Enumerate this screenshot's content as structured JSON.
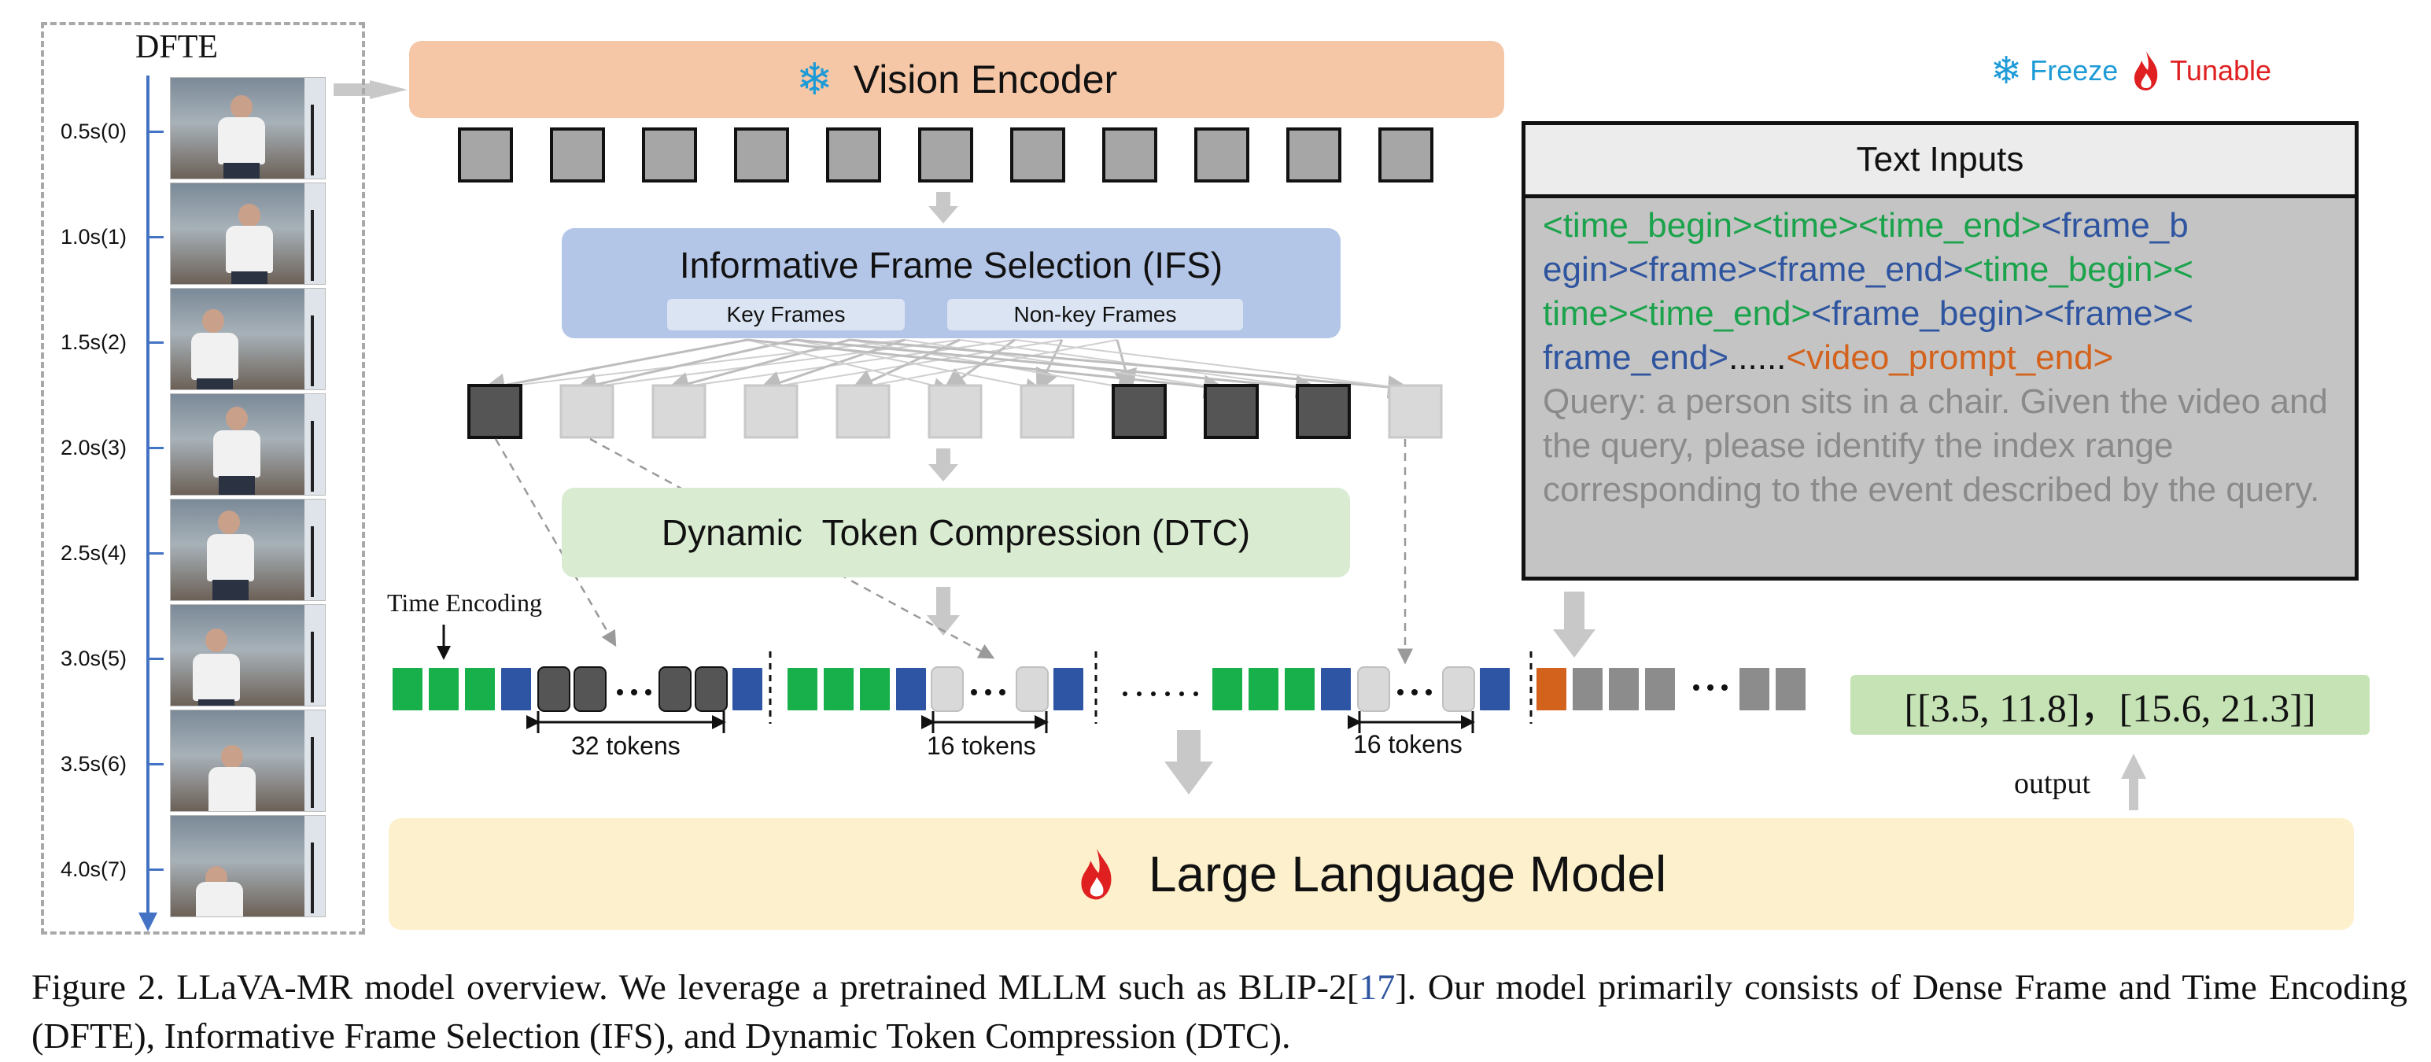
{
  "figure": {
    "dfte": {
      "title": "DFTE",
      "time_labels": [
        "0.5s(0)",
        "1.0s(1)",
        "1.5s(2)",
        "2.0s(3)",
        "2.5s(4)",
        "3.0s(5)",
        "3.5s(6)",
        "4.0s(7)"
      ]
    },
    "vision_encoder": {
      "label": "Vision Encoder",
      "icon": "snowflake-icon"
    },
    "legend": {
      "freeze_label": "Freeze",
      "tunable_label": "Tunable",
      "freeze_color": "#1e9bd7",
      "tunable_color": "#e02020"
    },
    "ifs": {
      "label": "Informative Frame Selection (IFS)",
      "key_frames": "Key Frames",
      "non_key_frames": "Non-key Frames"
    },
    "frame_selection": [
      "key",
      "non-key",
      "non-key",
      "non-key",
      "non-key",
      "non-key",
      "non-key",
      "key",
      "key",
      "key",
      "non-key"
    ],
    "dtc": {
      "label": "Dynamic  Token Compression (DTC)"
    },
    "time_encoding_label": "Time Encoding",
    "token_groups": [
      {
        "label": "32 tokens"
      },
      {
        "label": "16 tokens"
      },
      {
        "label": "16 tokens"
      }
    ],
    "text_inputs": {
      "title": "Text Inputs",
      "line1_a": "<time_begin>",
      "line1_b": "<time>",
      "line1_c": "<time_end>",
      "line1_d": "<frame_b",
      "line2_a": "egin>",
      "line2_b": "<frame>",
      "line2_c": "<frame_end>",
      "line2_d": "<time_begin><",
      "line3_a": "time>",
      "line3_b": "<time_end>",
      "line3_c": "<frame_begin>",
      "line3_d": "<frame><",
      "line4_a": "frame_end>",
      "line4_b": "......",
      "line4_c": "<video_prompt_end>",
      "query": "Query: a person sits in a chair. Given the video and the query, please identify the index range corresponding to the event described by the query."
    },
    "output": {
      "value": "[[3.5, 11.8]，[15.6, 21.3]]",
      "label": "output"
    },
    "llm": {
      "label": "Large Language Model",
      "icon": "flame-icon"
    },
    "colors": {
      "time_token": "#17b04b",
      "frame_sep_token": "#2e55a3",
      "key_token": "#555555",
      "nonkey_token": "#d9d9d9",
      "prompt_token": "#d3621c",
      "text_token": "#8c8c8c"
    }
  },
  "caption": {
    "prefix": "Figure 2.  LLaVA-MR model overview.  We leverage a pretrained MLLM such as BLIP-2[",
    "ref": "17",
    "suffix": "].  Our model primarily consists of Dense Frame and Time Encoding (DFTE), Informative Frame Selection (IFS), and Dynamic Token Compression (DTC)."
  }
}
